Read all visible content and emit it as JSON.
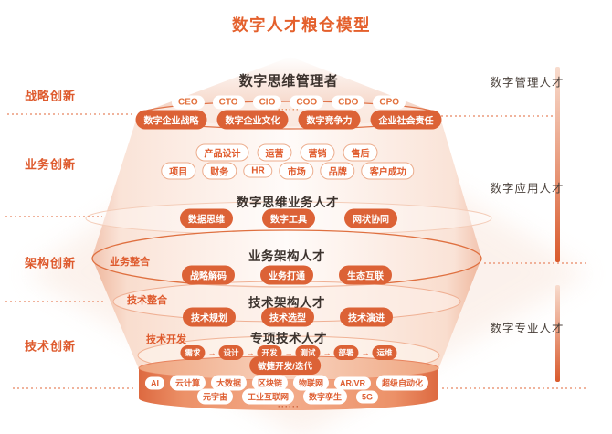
{
  "title": "数字人才粮仓模型",
  "colors": {
    "accent_orange": "#E2602F",
    "pill_solid_bg": "#DC6236",
    "outline_pill_border": "#ECAC8C",
    "header_text": "#3C332E",
    "right_label_text": "#4B423C",
    "drum_orange": "#E8835C",
    "dotted_line": "#EC9A7C"
  },
  "left_labels": [
    "战略创新",
    "业务创新",
    "架构创新",
    "技术创新"
  ],
  "right_labels": [
    "数字管理人才",
    "数字应用人才",
    "数字专业人才"
  ],
  "decor": {
    "dots_top": "······",
    "dots_bottom": "······"
  },
  "tiers": {
    "manager": {
      "header": "数字思维管理者",
      "roles": [
        "CEO",
        "CTO",
        "CIO",
        "COO",
        "CDO",
        "CPO"
      ],
      "skills": [
        "数字企业战略",
        "数字企业文化",
        "数字竞争力",
        "企业社会责任"
      ]
    },
    "business": {
      "header": "数字思维业务人才",
      "functions_row1": [
        "产品设计",
        "运营",
        "营销",
        "售后"
      ],
      "functions_row2": [
        "项目",
        "财务",
        "HR",
        "市场",
        "品牌",
        "客户成功"
      ],
      "skills": [
        "数据思维",
        "数字工具",
        "网状协同"
      ]
    },
    "biz_arch": {
      "side_label": "业务整合",
      "header": "业务架构人才",
      "skills": [
        "战略解码",
        "业务打通",
        "生态互联"
      ]
    },
    "tech_arch": {
      "side_label": "技术整合",
      "header": "技术架构人才",
      "skills": [
        "技术规划",
        "技术选型",
        "技术演进"
      ]
    },
    "special_tech": {
      "side_label": "技术开发",
      "header": "专项技术人才",
      "flow": [
        "需求",
        "设计",
        "开发",
        "测试",
        "部署",
        "运维"
      ],
      "flow_arrow": "→",
      "agile": "敏捷开发/迭代"
    },
    "tech_stack": {
      "row1": [
        "AI",
        "云计算",
        "大数据",
        "区块链",
        "物联网",
        "AR/VR",
        "超级自动化"
      ],
      "row2": [
        "元宇宙",
        "工业互联网",
        "数字孪生",
        "5G"
      ]
    }
  }
}
